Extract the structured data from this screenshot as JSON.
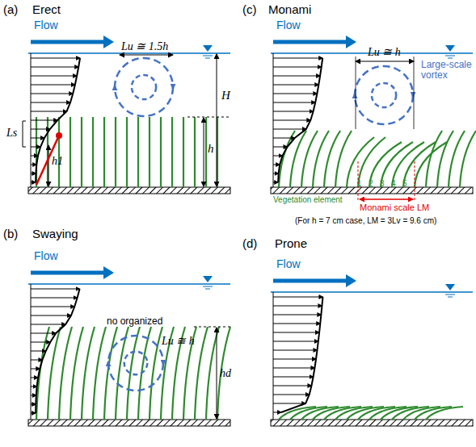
{
  "diagram": {
    "labels": [
      "(a)",
      "Erect",
      "Flow",
      "Lu ≅ 1.5h",
      "Ls",
      "h1",
      "H",
      "h",
      "(c)",
      "Monami",
      "Flow",
      "Lu ≅ h",
      "Large-scale vortex",
      "Vegetation element",
      "1",
      "2",
      "3",
      "4",
      "5",
      "Monami scale LM",
      "(For h = 7 cm case, LM = 3Lv = 9.6 cm)",
      "(b)",
      "Swaying",
      "Flow",
      "no organized",
      "Lu ≅ h",
      "hd",
      "(d)",
      "Prone",
      "Flow"
    ]
  }
}
